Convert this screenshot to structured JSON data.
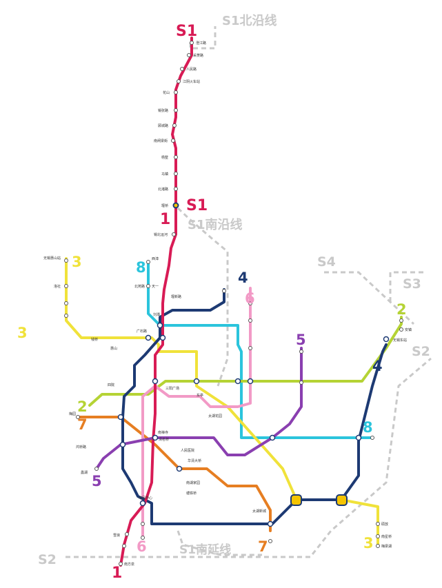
{
  "map": {
    "colors": {
      "line1": "#d81b55",
      "line2": "#b5d335",
      "line3": "#f0e23a",
      "line4": "#1d3a73",
      "line5": "#8a3fb0",
      "line6": "#f29ac6",
      "line7": "#e67e22",
      "line8": "#2bc4dc",
      "planned": "#c9c9c9",
      "interchange": "#f5c400"
    },
    "line_badges": [
      {
        "id": "s1-top",
        "text": "S1",
        "color": "line1"
      },
      {
        "id": "s1-mid",
        "text": "S1",
        "color": "line1"
      },
      {
        "id": "l1-mid",
        "text": "1",
        "color": "line1"
      },
      {
        "id": "l1-bottom",
        "text": "1",
        "color": "line1"
      },
      {
        "id": "l2-left",
        "text": "2",
        "color": "line2"
      },
      {
        "id": "l2-right",
        "text": "2",
        "color": "line2"
      },
      {
        "id": "l3-topleft",
        "text": "3",
        "color": "line3"
      },
      {
        "id": "l3-left",
        "text": "3",
        "color": "line3"
      },
      {
        "id": "l3-bottom",
        "text": "3",
        "color": "line3"
      },
      {
        "id": "l4-top",
        "text": "4",
        "color": "line4"
      },
      {
        "id": "l4-right",
        "text": "4",
        "color": "line4"
      },
      {
        "id": "l5-right",
        "text": "5",
        "color": "line5"
      },
      {
        "id": "l5-left",
        "text": "5",
        "color": "line5"
      },
      {
        "id": "l6-top",
        "text": "6",
        "color": "line6"
      },
      {
        "id": "l6-bottom",
        "text": "6",
        "color": "line6"
      },
      {
        "id": "l7-left",
        "text": "7",
        "color": "line7"
      },
      {
        "id": "l7-bottom",
        "text": "7",
        "color": "line7"
      },
      {
        "id": "l8-top",
        "text": "8",
        "color": "line8"
      },
      {
        "id": "l8-right",
        "text": "8",
        "color": "line8"
      }
    ],
    "planned_labels": [
      {
        "id": "s1-north",
        "text": "S1北沿线"
      },
      {
        "id": "s1-south",
        "text": "S1南沿线"
      },
      {
        "id": "s1-south-ext",
        "text": "S1南延线"
      },
      {
        "id": "s2-left",
        "text": "S2"
      },
      {
        "id": "s2-right",
        "text": "S2"
      },
      {
        "id": "s3",
        "text": "S3"
      },
      {
        "id": "s4",
        "text": "S4"
      }
    ],
    "stations": [
      {
        "id": "s-01",
        "name": "澄江路"
      },
      {
        "id": "s-02",
        "name": "采菱路"
      },
      {
        "id": "s-03",
        "name": "人民路"
      },
      {
        "id": "s-04",
        "name": "江阴火车站"
      },
      {
        "id": "s-05",
        "name": "花山"
      },
      {
        "id": "s-06",
        "name": "锡张路"
      },
      {
        "id": "s-07",
        "name": "顾城路"
      },
      {
        "id": "s-08",
        "name": "南闸梁街"
      },
      {
        "id": "s-09",
        "name": "杨墅"
      },
      {
        "id": "s-10",
        "name": "马镇"
      },
      {
        "id": "s-11",
        "name": "北渚路"
      },
      {
        "id": "s-12",
        "name": "堰桥"
      },
      {
        "id": "s-13",
        "name": "锡北运河"
      },
      {
        "id": "s-14",
        "name": "西漳"
      },
      {
        "id": "s-15",
        "name": "天一"
      },
      {
        "id": "s-16",
        "name": "刘潭"
      },
      {
        "id": "s-17",
        "name": "广石路"
      },
      {
        "id": "s-18",
        "name": "北苑路"
      },
      {
        "id": "s-19",
        "name": "堰新路"
      },
      {
        "id": "s-20",
        "name": "无锡惠山站"
      },
      {
        "id": "s-21",
        "name": "洛社"
      },
      {
        "id": "s-22",
        "name": "钱桥"
      },
      {
        "id": "s-23",
        "name": "惠山"
      },
      {
        "id": "s-24",
        "name": "四院"
      },
      {
        "id": "s-25",
        "name": "三阳广场"
      },
      {
        "id": "s-26",
        "name": "南禅寺"
      },
      {
        "id": "s-27",
        "name": "清名桥"
      },
      {
        "id": "s-28",
        "name": "人民医院"
      },
      {
        "id": "s-29",
        "name": "华清大桥"
      },
      {
        "id": "s-30",
        "name": "南湖家园"
      },
      {
        "id": "s-31",
        "name": "塘铁桥"
      },
      {
        "id": "s-32",
        "name": "市民中心"
      },
      {
        "id": "s-33",
        "name": "雪浪"
      },
      {
        "id": "s-34",
        "name": "南方泉"
      },
      {
        "id": "s-35",
        "name": "无锡东站"
      },
      {
        "id": "s-36",
        "name": "安镇"
      },
      {
        "id": "s-37",
        "name": "硕放"
      },
      {
        "id": "s-38",
        "name": "南星桥"
      },
      {
        "id": "s-39",
        "name": "梅梁湖"
      },
      {
        "id": "s-40",
        "name": "太湖花园"
      },
      {
        "id": "s-41",
        "name": "东亭"
      },
      {
        "id": "s-42",
        "name": "梅园"
      },
      {
        "id": "s-43",
        "name": "鸿桥路"
      },
      {
        "id": "s-44",
        "name": "蠡湖"
      },
      {
        "id": "s-45",
        "name": "太湖新城"
      }
    ]
  }
}
